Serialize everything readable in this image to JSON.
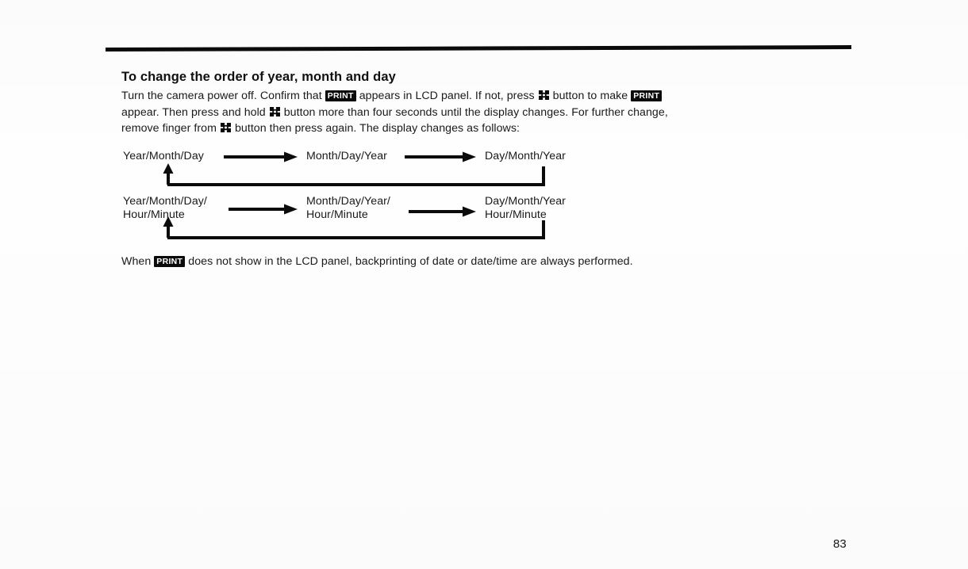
{
  "document": {
    "page_number": "83",
    "top_rule": "horizontal-rule",
    "ink_color": "#0b0b0b",
    "paper_color": "#fefefe"
  },
  "heading": {
    "text": "To change the order of year, month and day"
  },
  "icons": {
    "print_badge_label": "PRINT",
    "button_icon_name": "date-print-button-icon"
  },
  "body": {
    "seg1": "Turn the camera power off. Confirm that ",
    "seg2": " appears in LCD panel. If not, press ",
    "seg3": " button to make ",
    "seg4": " appear. Then press and hold ",
    "seg5": " button more than four seconds until the display changes. For further change, remove finger from ",
    "seg6": " button then press again. The display changes as follows:"
  },
  "footer": {
    "seg1": "When ",
    "seg2": " does not show in the LCD panel, backprinting of date or date/time are always performed."
  },
  "flow": {
    "rows": [
      {
        "id": "date-order-row",
        "nodes": [
          "Year/Month/Day",
          "Month/Day/Year",
          "Day/Month/Year"
        ],
        "loop": "wraps from last node back to first node"
      },
      {
        "id": "date-time-order-row",
        "nodes": [
          "Year/Month/Day/\nHour/Minute",
          "Month/Day/Year/\nHour/Minute",
          "Day/Month/Year\nHour/Minute"
        ],
        "loop": "wraps from last node back to first node"
      }
    ]
  }
}
